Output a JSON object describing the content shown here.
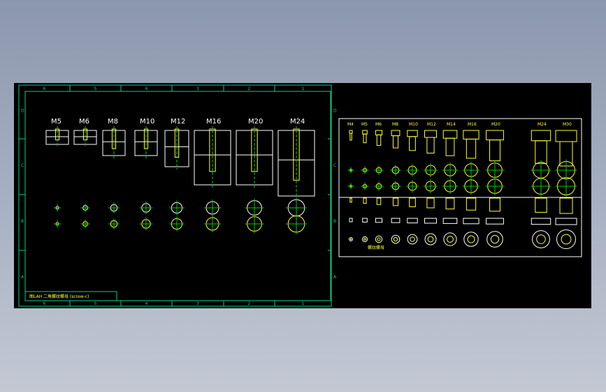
{
  "sheet1": {
    "top_ticks": [
      "6",
      "5",
      "4",
      "3",
      "2",
      "1"
    ],
    "bottom_ticks": [
      "6",
      "5",
      "4",
      "3",
      "2",
      "1"
    ],
    "side_ticks": [
      "D",
      "C",
      "B",
      "A"
    ],
    "sizes": [
      "M5",
      "M6",
      "M8",
      "M10",
      "M12",
      "M16",
      "M20",
      "M24"
    ],
    "title_block": "图LAH 二角螺纹螺母 (screw-c)"
  },
  "sheet2": {
    "sizes": [
      "M4",
      "M5",
      "M6",
      "M8",
      "M10",
      "M12",
      "M14",
      "M16",
      "M20",
      "M24",
      "M30"
    ],
    "note": "螺纹螺母"
  },
  "colors": {
    "background": "#000000",
    "frame": "#00d08a",
    "outline": "#ffffff",
    "part": "#ffff33",
    "centerline": "#00cc00"
  }
}
